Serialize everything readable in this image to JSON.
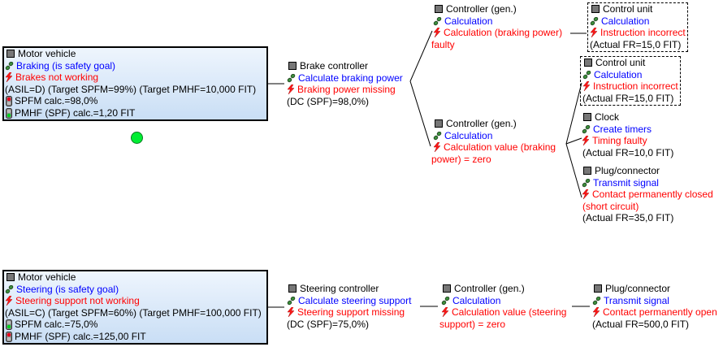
{
  "trees": [
    {
      "root": {
        "element": "Motor vehicle",
        "function": "Braking (is safety goal)",
        "failure": "Brakes not working",
        "targets": "(ASIL=D) (Target SPFM=99%) (Target PMHF=10,000 FIT)",
        "spfm": "SPFM calc.=98,0%",
        "spfm_status": "red",
        "pmhf": "PMHF (SPF) calc.=1,20 FIT",
        "pmhf_status": "green"
      },
      "status_indicator": "green",
      "level1": {
        "element": "Brake controller",
        "function": "Calculate braking power",
        "failure": "Braking power missing",
        "info": "(DC (SPF)=98,0%)"
      },
      "level2": [
        {
          "element": "Controller (gen.)",
          "function": "Calculation",
          "failure_line1": "Calculation (braking power)",
          "failure_line2": "faulty"
        },
        {
          "element": "Controller (gen.)",
          "function": "Calculation",
          "failure_line1": "Calculation value (braking",
          "failure_line2": "power) = zero"
        }
      ],
      "level3": [
        {
          "element": "Control unit",
          "function": "Calculation",
          "failure": "Instruction incorrect",
          "info": "(Actual FR=15,0 FIT)",
          "dashed": true
        },
        {
          "element": "Control unit",
          "function": "Calculation",
          "failure": "Instruction incorrect",
          "info": "(Actual FR=15,0 FIT)",
          "dashed": true
        },
        {
          "element": "Clock",
          "function": "Create timers",
          "failure": "Timing faulty",
          "info": "(Actual FR=10,0 FIT)"
        },
        {
          "element": "Plug/connector",
          "function": "Transmit signal",
          "failure_line1": "Contact permanently closed",
          "failure_line2": "(short circuit)",
          "info": "(Actual FR=35,0 FIT)"
        }
      ]
    },
    {
      "root": {
        "element": "Motor vehicle",
        "function": "Steering (is safety goal)",
        "failure": "Steering support not working",
        "targets": "(ASIL=C) (Target SPFM=60%) (Target PMHF=100,000 FIT)",
        "spfm": "SPFM calc.=75,0%",
        "spfm_status": "green",
        "pmhf": "PMHF (SPF) calc.=125,00 FIT",
        "pmhf_status": "red"
      },
      "level1": {
        "element": "Steering controller",
        "function": "Calculate steering support",
        "failure": "Steering support missing",
        "info": "(DC (SPF)=75,0%)"
      },
      "level2": {
        "element": "Controller (gen.)",
        "function": "Calculation",
        "failure_line1": "Calculation value (steering",
        "failure_line2": "support) = zero"
      },
      "level3": {
        "element": "Plug/connector",
        "function": "Transmit signal",
        "failure": "Contact permanently open",
        "info": "(Actual FR=500,0 FIT)"
      }
    }
  ],
  "colors": {
    "function_text": "#0000ff",
    "failure_text": "#ff0000",
    "status_green": "#00ee33",
    "status_red": "#e8001c",
    "root_fill": "#c9def5"
  },
  "icons": {
    "element": "square-component-icon",
    "function": "chain-link-icon",
    "failure": "lightning-bolt-icon",
    "status": "traffic-light-icon"
  }
}
